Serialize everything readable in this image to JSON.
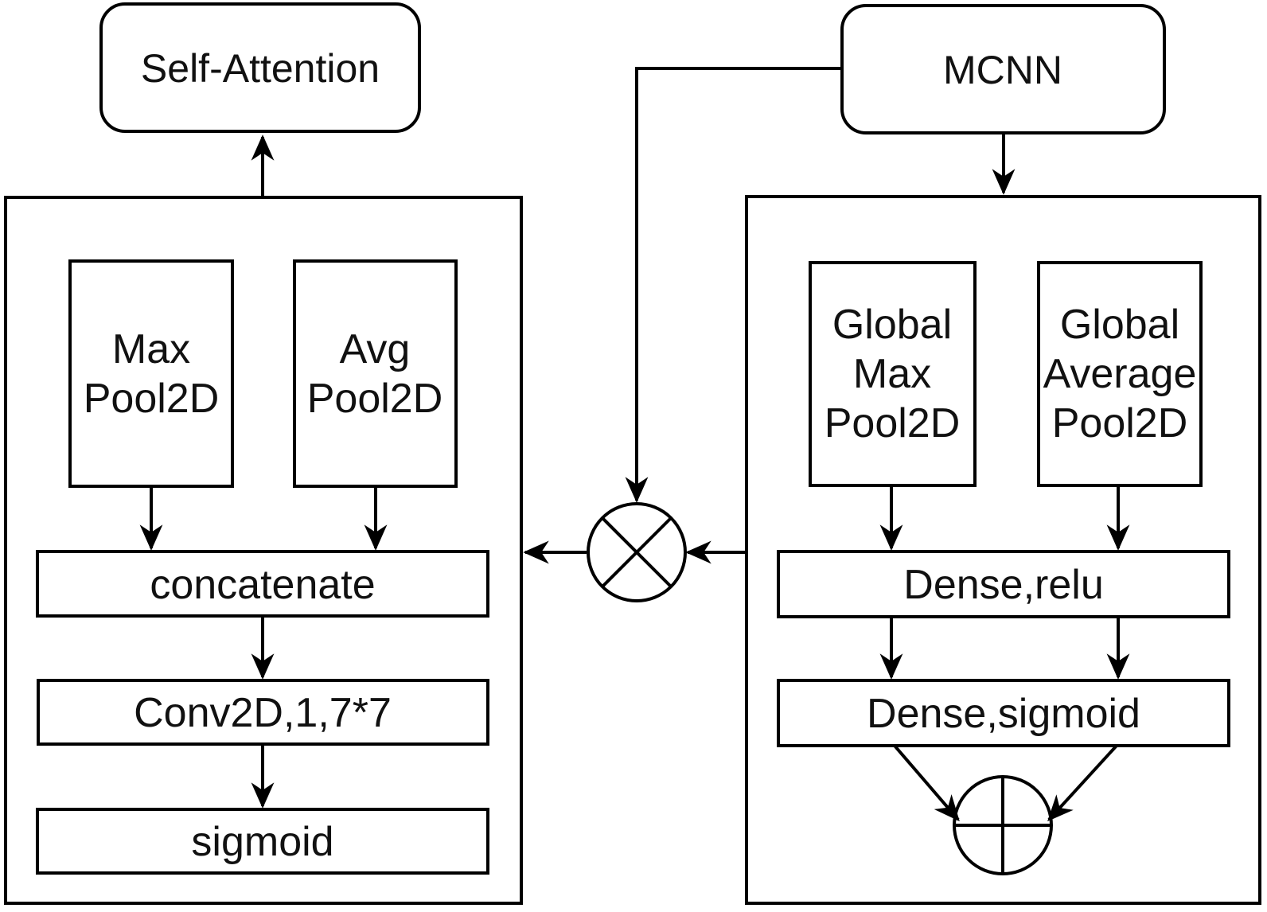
{
  "diagram": {
    "background_color": "#ffffff",
    "stroke_color": "#000000",
    "text_color": "#111111",
    "nodes": {
      "self_attention": {
        "label": "Self-Attention"
      },
      "mcnn": {
        "label": "MCNN"
      },
      "max_pool": {
        "lines": [
          "Max",
          "Pool2D"
        ]
      },
      "avg_pool": {
        "lines": [
          "Avg",
          "Pool2D"
        ]
      },
      "global_max_pool": {
        "lines": [
          "Global",
          "Max",
          "Pool2D"
        ]
      },
      "global_average_pool": {
        "lines": [
          "Global",
          "Average",
          "Pool2D"
        ]
      },
      "concatenate": {
        "label": "concatenate"
      },
      "conv2d": {
        "label": "Conv2D,1,7*7"
      },
      "sigmoid": {
        "label": "sigmoid"
      },
      "dense_relu": {
        "label": "Dense,relu"
      },
      "dense_sigmoid": {
        "label": "Dense,sigmoid"
      }
    },
    "operators": {
      "multiply": {
        "icon": "circle-multiply-icon",
        "symbol": "⊗"
      },
      "add": {
        "icon": "circle-plus-icon",
        "symbol": "⊕"
      }
    }
  }
}
